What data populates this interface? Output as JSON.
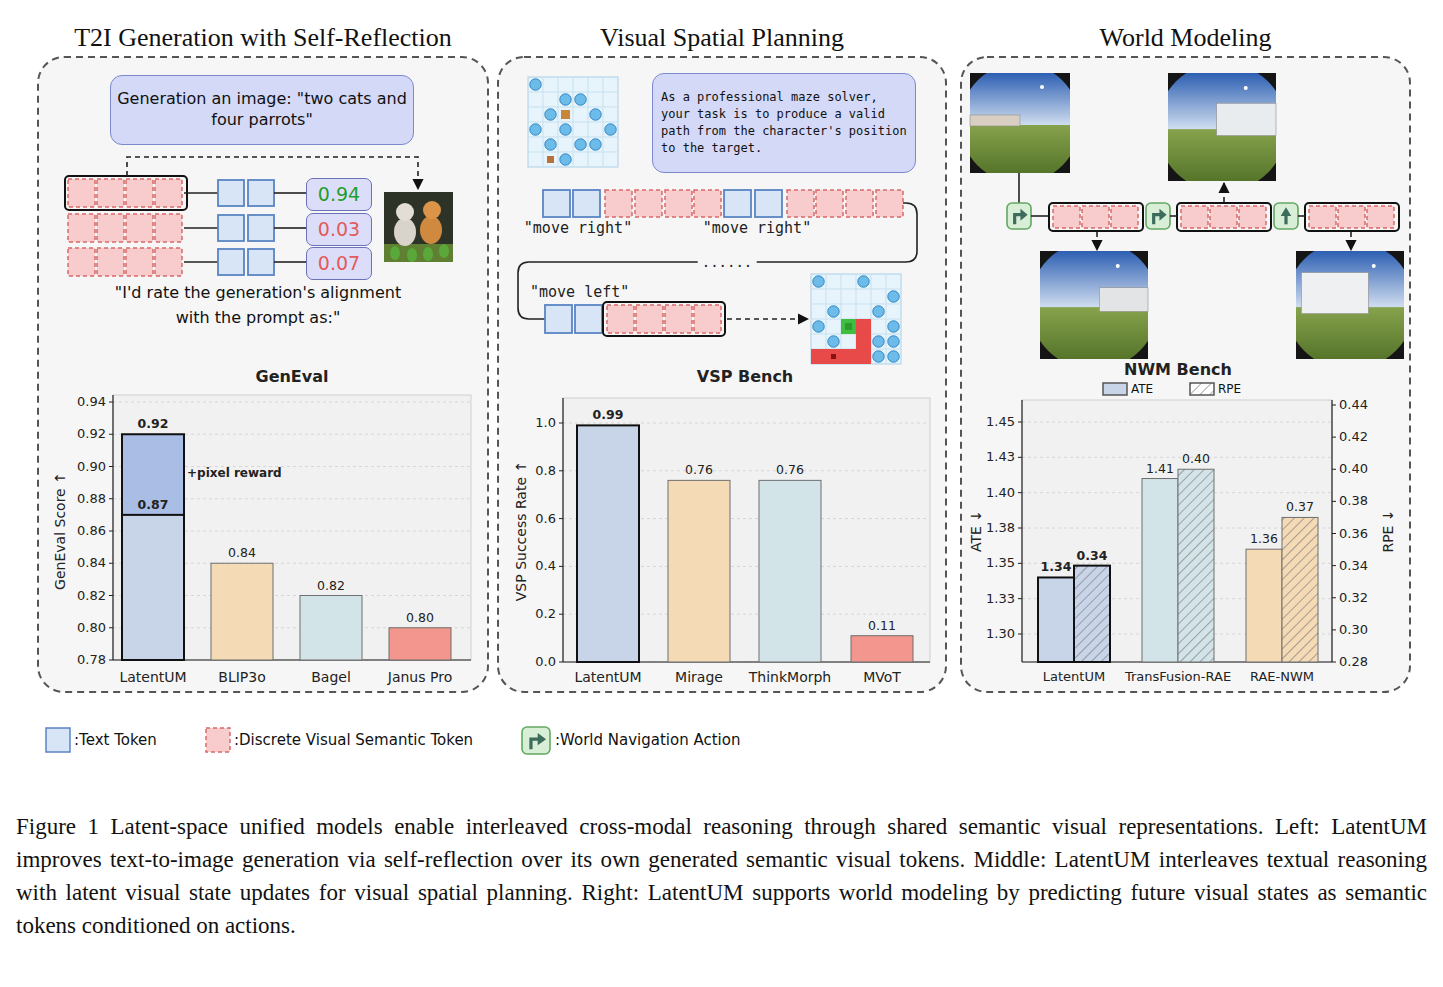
{
  "diagram": {
    "nodes": [
      {
        "text": [
          "T2I Generation with Self-Reflection"
        ]
      },
      {
        "text": [
          "Generation an image: \"two cats and four parrots\""
        ],
        "in": 0
      },
      {
        "text": [
          "0.94"
        ],
        "in": 0
      },
      {
        "text": [
          "0.03"
        ],
        "in": 0
      },
      {
        "text": [
          "0.07"
        ],
        "in": 0
      },
      {
        "text": [
          "Visual Spatial Planning"
        ]
      },
      {
        "text": [
          "As a professional maze solver, your task is to produce a valid path from the character's position to the target."
        ],
        "in": 5
      },
      {
        "text": [
          "World Modeling"
        ]
      }
    ],
    "labels": [
      "\"I'd rate the generation's alignment with the prompt as:\"",
      "GenEval",
      "0.94",
      "0.92",
      "0.90",
      "0.88",
      "0.86",
      "0.84",
      "0.82",
      "0.80",
      "0.78",
      "GenEval Score ↑",
      "0.92",
      "+pixel reward",
      "0.87",
      "0.84",
      "0.82",
      "0.80",
      "LatentUM",
      "BLIP3o",
      "Bagel",
      "Janus Pro",
      "\"move right\"",
      "\"move right\"",
      "......",
      "\"move left\"",
      "VSP Bench",
      "1.0",
      "0.8",
      "0.6",
      "0.4",
      "0.2",
      "0.0",
      "VSP Success Rate ↑",
      "0.99",
      "0.76",
      "0.76",
      "0.11",
      "LatentUM",
      "Mirage",
      "ThinkMorph",
      "MVoT",
      "NWM Bench",
      "1.45",
      "1.43",
      "1.40",
      "1.38",
      "1.35",
      "1.33",
      "1.30",
      "ATE ↓",
      "0.44",
      "0.42",
      "0.40",
      "0.38",
      "0.36",
      "0.34",
      "0.32",
      "0.30",
      "0.28",
      "RPE ↓",
      "1.34",
      "0.34",
      "1.41",
      "0.40",
      "1.36",
      "0.37",
      "LatentUM",
      "TransFusion-RAE",
      "RAE-NWM"
    ],
    "legend": [
      {
        "text": ":Text Token",
        "color": "#d7e5f7"
      },
      {
        "text": ":Discrete Visual Semantic Token",
        "color": "#f8cccc"
      },
      {
        "text": ":World Navigation Action"
      },
      {
        "text": "ATE",
        "color": "#c8d4e8"
      },
      {
        "text": "RPE"
      }
    ],
    "caption": "Figure 1 Latent-space unified models enable interleaved cross-modal reasoning through shared semantic visual representations. Left: LatentUM improves text-to-image generation via self-reflection over its own generated semantic visual tokens. Middle: LatentUM interleaves textual reasoning with latent visual state updates for visual spatial planning. Right: LatentUM supports world modeling by predicting future visual states as semantic tokens conditioned on actions."
  }
}
